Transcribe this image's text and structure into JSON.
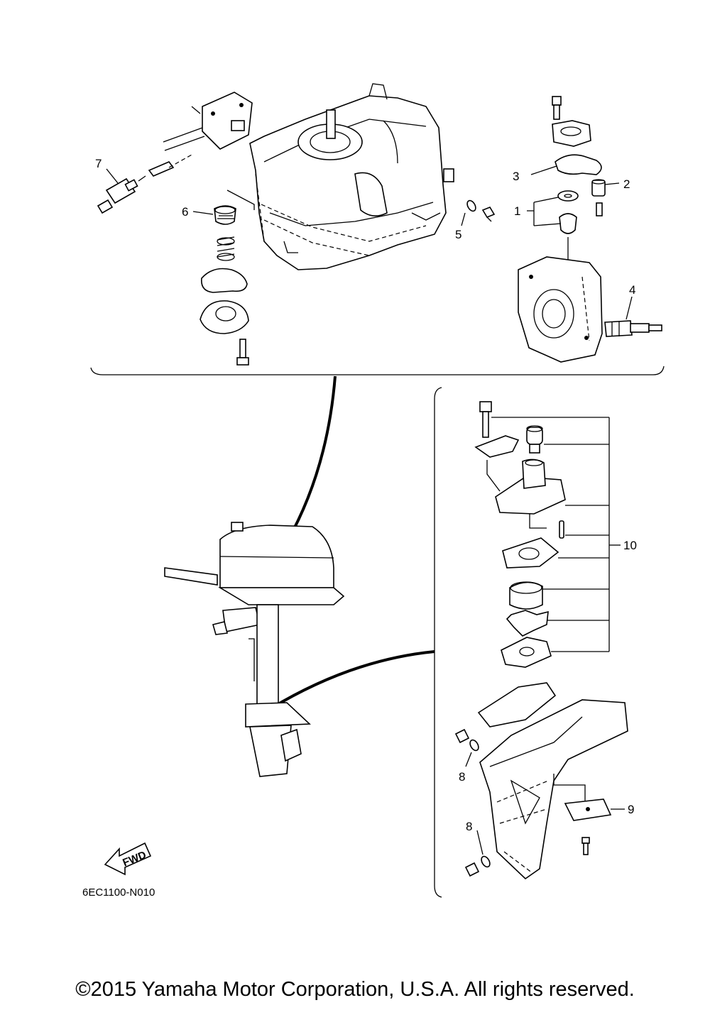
{
  "diagram": {
    "callouts": {
      "c1": "1",
      "c2": "2",
      "c3": "3",
      "c4": "4",
      "c5": "5",
      "c6": "6",
      "c7": "7",
      "c8a": "8",
      "c8b": "8",
      "c9": "9",
      "c10": "10"
    },
    "fwd_label": "FWD",
    "drawing_code": "6EC1100-N010"
  },
  "footer": {
    "copyright": "©2015 Yamaha Motor Corporation, U.S.A. All rights reserved."
  }
}
